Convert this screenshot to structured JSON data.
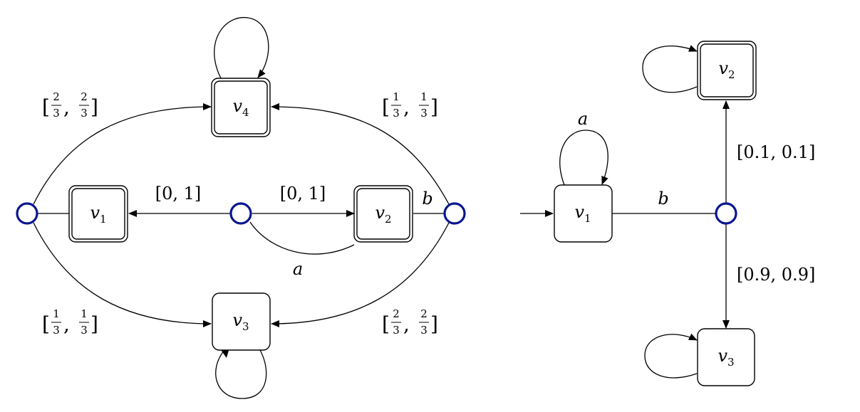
{
  "left": {
    "states": {
      "v1": {
        "name": "v",
        "sub": "1"
      },
      "v2": {
        "name": "v",
        "sub": "2"
      },
      "v3": {
        "name": "v",
        "sub": "3"
      },
      "v4": {
        "name": "v",
        "sub": "4"
      }
    },
    "edges": {
      "to_v1": "[0, 1]",
      "to_v2": "[0, 1]",
      "action_a": "a",
      "action_b": "b"
    },
    "fractions": {
      "to_v4_left": {
        "num": "2",
        "den": "3",
        "num2": "2",
        "den2": "3"
      },
      "to_v4_right": {
        "num": "1",
        "den": "3",
        "num2": "1",
        "den2": "3"
      },
      "to_v3_left": {
        "num": "1",
        "den": "3",
        "num2": "1",
        "den2": "3"
      },
      "to_v3_right": {
        "num": "2",
        "den": "3",
        "num2": "2",
        "den2": "3"
      }
    }
  },
  "right": {
    "states": {
      "v1": {
        "name": "v",
        "sub": "1"
      },
      "v2": {
        "name": "v",
        "sub": "2"
      },
      "v3": {
        "name": "v",
        "sub": "3"
      }
    },
    "edges": {
      "loop_a": "a",
      "action_b": "b",
      "to_v2": "[0.1, 0.1]",
      "to_v3": "[0.9, 0.9]"
    }
  },
  "colors": {
    "choice_node": "#0a168f",
    "line": "#000000"
  }
}
